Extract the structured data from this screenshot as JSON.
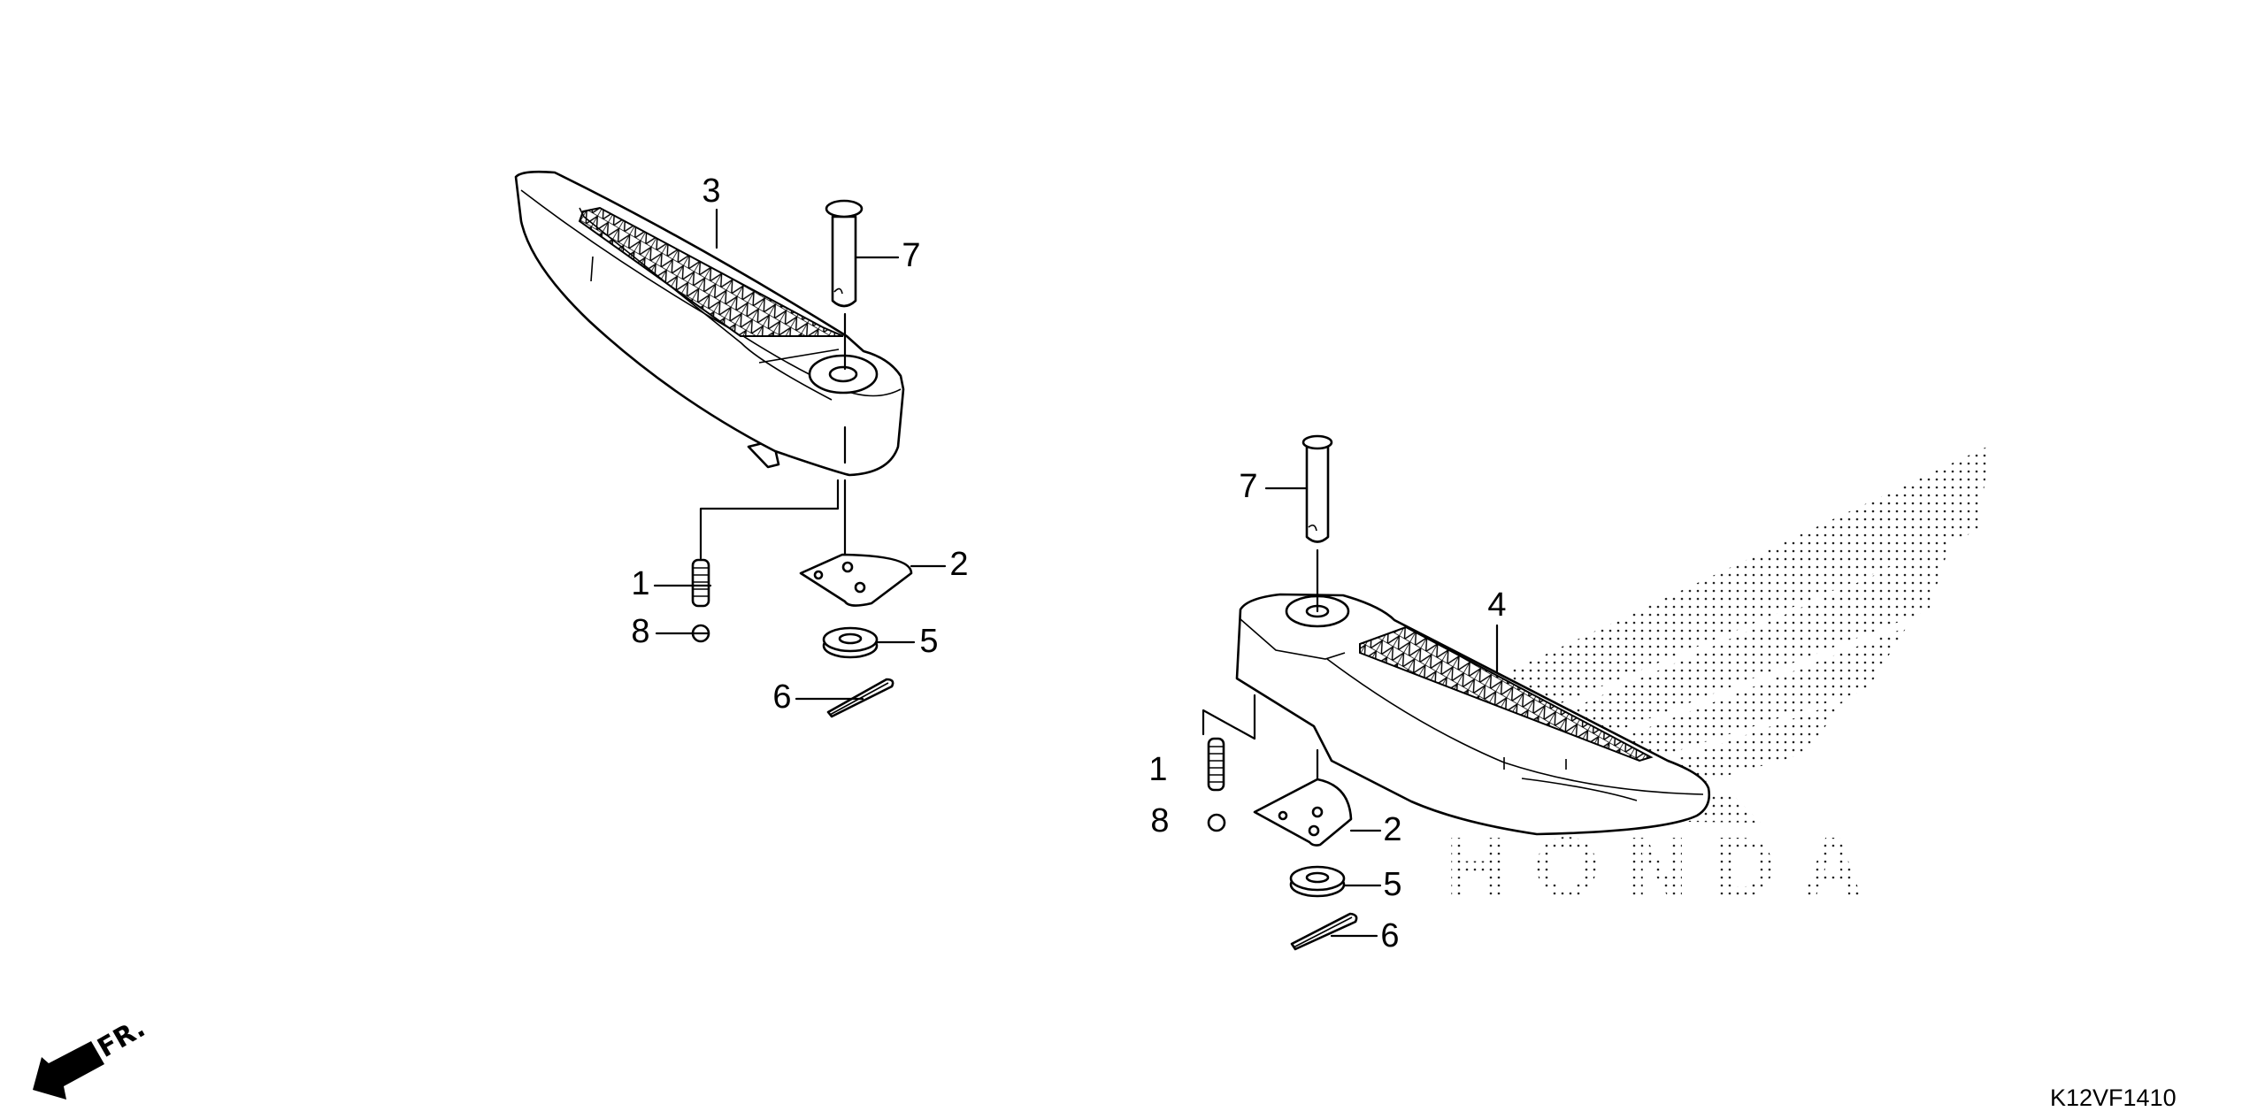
{
  "diagram": {
    "diagram_code": "K12VF1410",
    "direction_label": "FR.",
    "logo_text": "HONDA",
    "left_assembly": {
      "labels": {
        "footpeg": "3",
        "pin": "7",
        "spring": "1",
        "ball": "8",
        "plate": "2",
        "washer": "5",
        "cotter_pin": "6"
      }
    },
    "right_assembly": {
      "labels": {
        "footpeg": "4",
        "pin": "7",
        "spring": "1",
        "ball": "8",
        "plate": "2",
        "washer": "5",
        "cotter_pin": "6"
      }
    }
  }
}
